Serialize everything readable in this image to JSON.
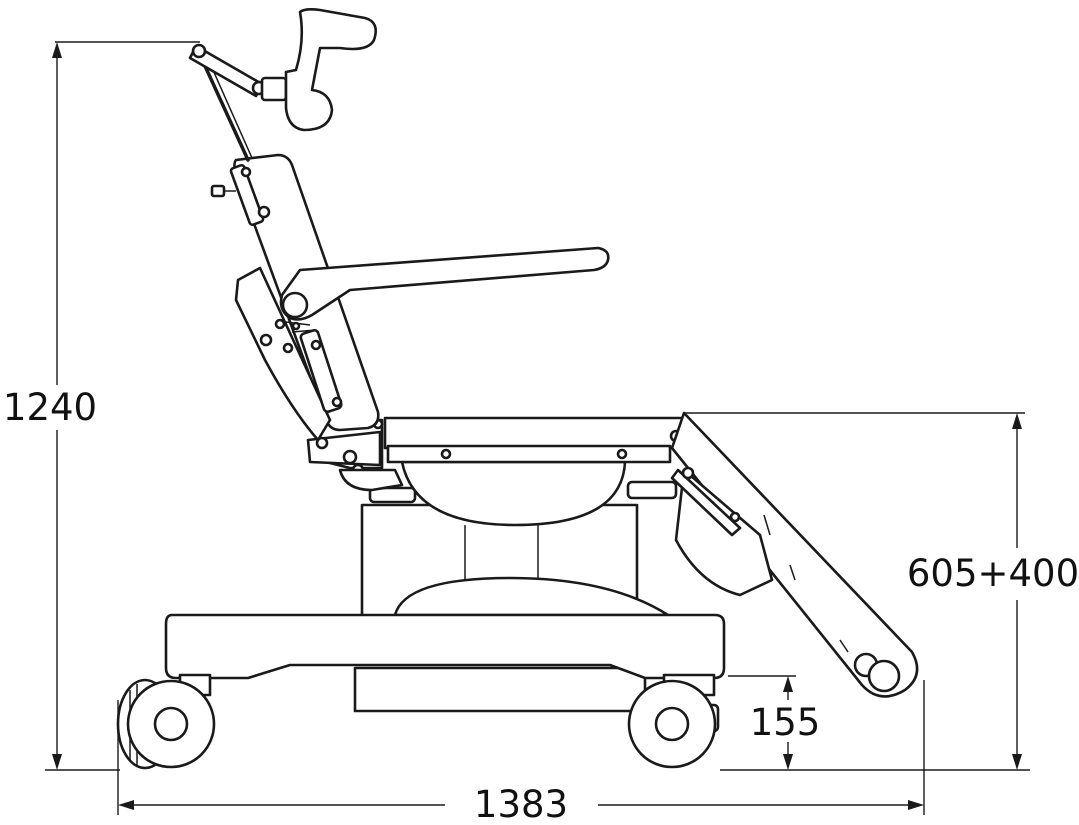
{
  "dimensions": {
    "total_height": "1240",
    "seat_height": "605+400",
    "ground_clearance": "155",
    "total_length": "1383"
  }
}
